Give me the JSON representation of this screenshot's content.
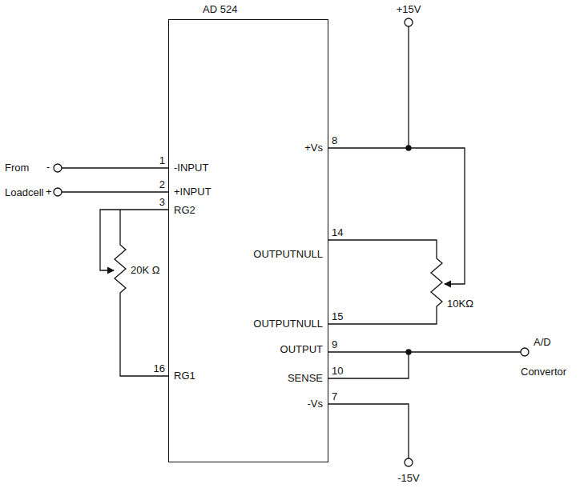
{
  "diagram": {
    "nodes": [
      {
        "text": [
          "AD 524"
        ]
      }
    ],
    "edges": [],
    "labels": [
      "From",
      "-",
      "Loadcell",
      "+",
      "-INPUT",
      "1",
      "+INPUT",
      "2",
      "RG2",
      "3",
      "RG1",
      "16",
      "+Vs",
      "8",
      "OUTPUTNULL",
      "14",
      "OUTPUTNULL",
      "15",
      "OUTPUT",
      "9",
      "SENSE",
      "10",
      "-Vs",
      "7",
      "20K Ω",
      "10KΩ",
      "+15V",
      "A/D",
      "Convertor",
      "-15V"
    ]
  }
}
